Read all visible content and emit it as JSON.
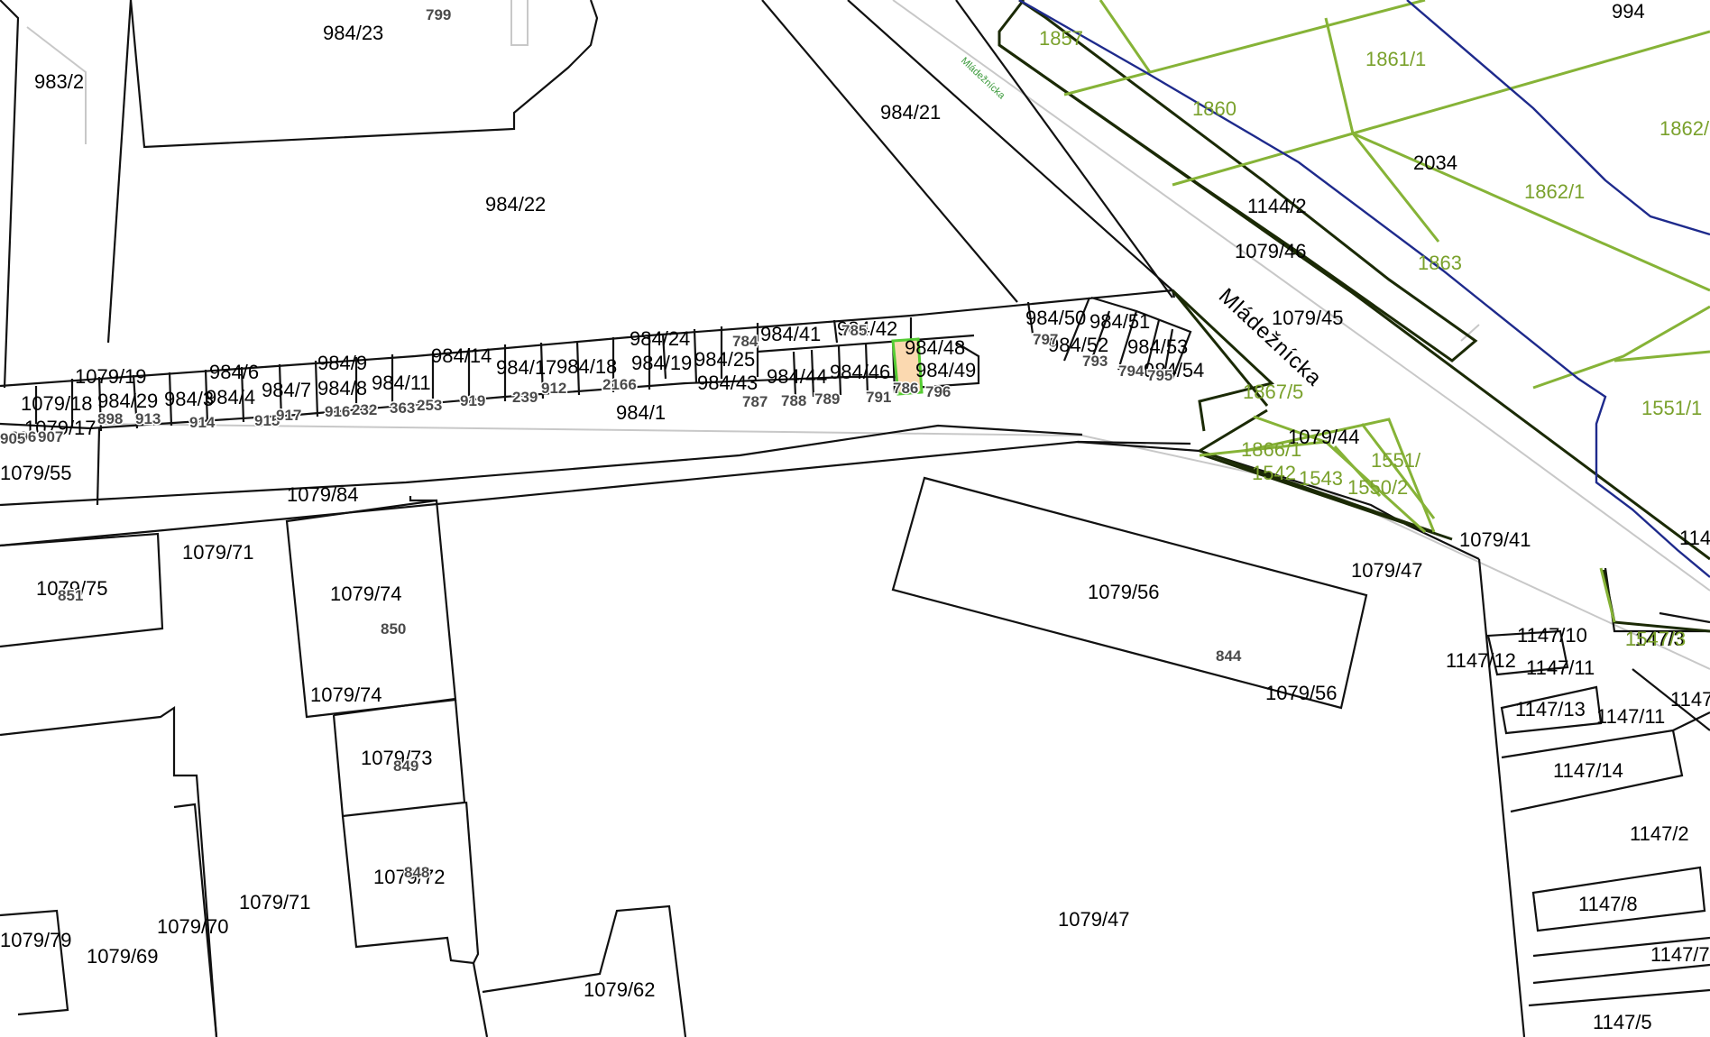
{
  "map": {
    "street_main": "Mládežnícka",
    "street_small": "Mládežnícka",
    "parcels_black": [
      "984/23",
      "983/2",
      "984/21",
      "984/22",
      "994",
      "2034",
      "1144/2",
      "1079/46",
      "1079/45",
      "1079/19",
      "1079/18",
      "984/29",
      "984/3",
      "984/6",
      "984/4",
      "984/7",
      "984/9",
      "984/8",
      "984/11",
      "984/14",
      "984/17",
      "984/18",
      "984/19",
      "984/24",
      "984/25",
      "984/43",
      "984/41",
      "984/42",
      "984/44",
      "984/46",
      "984/48",
      "984/49",
      "984/1",
      "984/50",
      "984/51",
      "984/52",
      "984/53",
      "984/54",
      "1079/17",
      "1079/55",
      "1079/84",
      "1079/71",
      "1079/75",
      "1079/74",
      "1079/74",
      "1079/73",
      "1079/72",
      "1079/71",
      "1079/70",
      "1079/69",
      "1079/79",
      "1079/62",
      "1079/56",
      "1079/56",
      "1079/47",
      "1079/47",
      "1079/44",
      "1079/41",
      "1147/10",
      "1147/12",
      "1147/11",
      "1147/13",
      "1147/11",
      "1147/14",
      "1147/2",
      "1147/8",
      "1147/7",
      "1147/5",
      "1147/3",
      "114",
      "1147"
    ],
    "parcels_green": [
      "1857",
      "1860",
      "1861/1",
      "1862/1",
      "1862/",
      "1863",
      "1867/5",
      "1866/1",
      "1542",
      "1543",
      "1550/2",
      "1551/",
      "1551/1",
      "1547/3"
    ],
    "house_numbers": [
      "799",
      "898",
      "913",
      "914",
      "915",
      "917",
      "916",
      "906",
      "907",
      "912",
      "2166",
      "785",
      "784",
      "797",
      "793",
      "794",
      "795",
      "787",
      "788",
      "789",
      "791",
      "786",
      "796",
      "851",
      "850",
      "849",
      "848",
      "844",
      "232",
      "363",
      "253",
      "919",
      "239",
      "905"
    ],
    "selected_parcel": "786",
    "colors": {
      "background": "#ffffff",
      "parcel_line": "#111111",
      "green_parcels": "#86b337",
      "blue_line": "#1e2a8c",
      "selected_fill": "#fbd9b0",
      "selected_stroke": "#55cc33"
    }
  }
}
